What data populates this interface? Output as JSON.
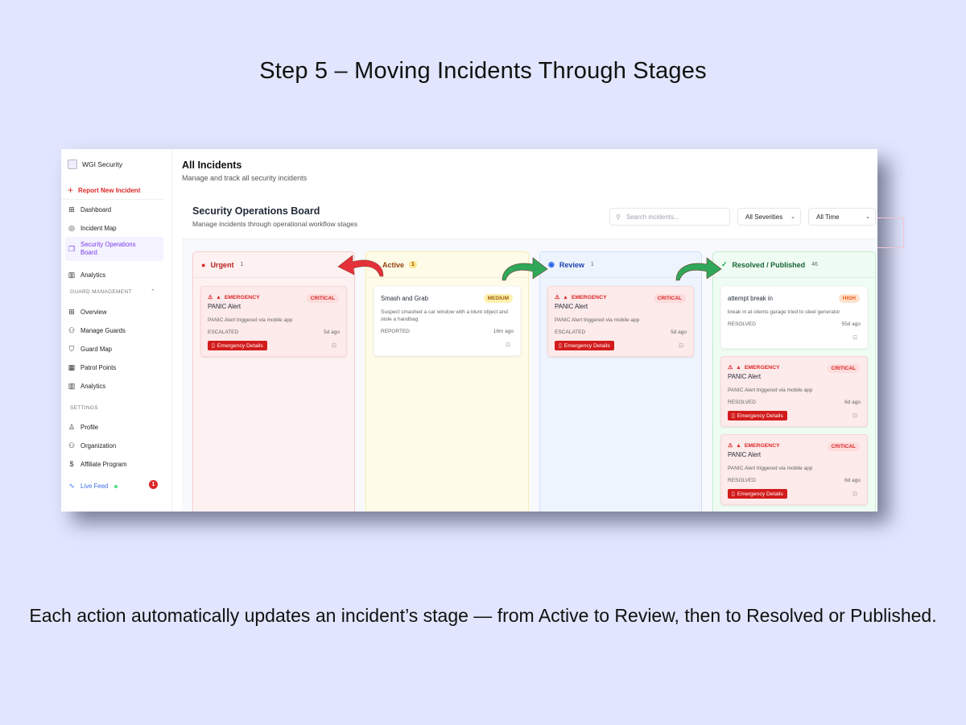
{
  "slide": {
    "title": "Step 5 – Moving Incidents Through Stages",
    "caption": "Each action automatically updates an incident’s stage — from Active to Review, then to Resolved or Published."
  },
  "sidebar": {
    "brand": "WGI Security",
    "report_button": "Report New Incident",
    "items": [
      {
        "label": "Dashboard",
        "icon": "grid-icon"
      },
      {
        "label": "Incident Map",
        "icon": "map-pin-icon"
      },
      {
        "label": "Security Operations Board",
        "icon": "board-icon",
        "active": true
      },
      {
        "label": "Analytics",
        "icon": "bar-chart-icon"
      }
    ],
    "guard_section": {
      "title": "GUARD MANAGEMENT",
      "items": [
        {
          "label": "Overview",
          "icon": "grid-icon"
        },
        {
          "label": "Manage Guards",
          "icon": "users-icon"
        },
        {
          "label": "Guard Map",
          "icon": "shield-icon"
        },
        {
          "label": "Patrol Points",
          "icon": "qr-code-icon"
        },
        {
          "label": "Analytics",
          "icon": "bar-chart-icon"
        }
      ]
    },
    "settings_section": {
      "title": "SETTINGS",
      "items": [
        {
          "label": "Profile",
          "icon": "user-icon"
        },
        {
          "label": "Organization",
          "icon": "users-icon"
        },
        {
          "label": "Affiliate Program",
          "icon": "dollar-icon"
        }
      ]
    },
    "live_feed": {
      "label": "Live Feed",
      "badge": "1"
    }
  },
  "header": {
    "title": "All Incidents",
    "subtitle": "Manage and track all security incidents"
  },
  "board": {
    "title": "Security Operations Board",
    "subtitle": "Manage incidents through operational workflow stages",
    "search_placeholder": "Search incidents...",
    "severity_filter": "All Severities",
    "time_filter": "All Time"
  },
  "columns": [
    {
      "name": "Urgent",
      "count": "1",
      "color": "#dc2626",
      "cards": [
        {
          "emergency_label": "EMERGENCY",
          "title": "PANIC Alert",
          "severity": "CRITICAL",
          "description": "PANIC Alert triggered via mobile app",
          "status": "ESCALATED",
          "age": "5d ago",
          "action": "Emergency Details"
        }
      ]
    },
    {
      "name": "Active",
      "count": "1",
      "color": "#ca8a04",
      "cards": [
        {
          "title": "Smash and Grab",
          "severity": "MEDIUM",
          "description": "Suspect smashed a car window with a blunt object and stole a handbag",
          "status": "REPORTED",
          "age": "16m ago"
        }
      ]
    },
    {
      "name": "Review",
      "count": "1",
      "color": "#2563eb",
      "cards": [
        {
          "emergency_label": "EMERGENCY",
          "title": "PANIC Alert",
          "severity": "CRITICAL",
          "description": "PANIC Alert triggered via mobile app",
          "status": "ESCALATED",
          "age": "5d ago",
          "action": "Emergency Details"
        }
      ]
    },
    {
      "name": "Resolved / Published",
      "count": "46",
      "color": "#16a34a",
      "cards": [
        {
          "title": "attempt break in",
          "severity": "HIGH",
          "description": "break in at clients garage tried to steel generator",
          "status": "RESOLVED",
          "age": "55d ago"
        },
        {
          "emergency_label": "EMERGENCY",
          "title": "PANIC Alert",
          "severity": "CRITICAL",
          "description": "PANIC Alert triggered via mobile app",
          "status": "RESOLVED",
          "age": "6d ago",
          "action": "Emergency Details"
        },
        {
          "emergency_label": "EMERGENCY",
          "title": "PANIC Alert",
          "severity": "CRITICAL",
          "description": "PANIC Alert triggered via mobile app",
          "status": "RESOLVED",
          "age": "6d ago",
          "action": "Emergency Details"
        }
      ]
    }
  ],
  "annotations": {
    "arrow_colors": {
      "back": "#e5303a",
      "forward": "#2fa85a"
    }
  }
}
